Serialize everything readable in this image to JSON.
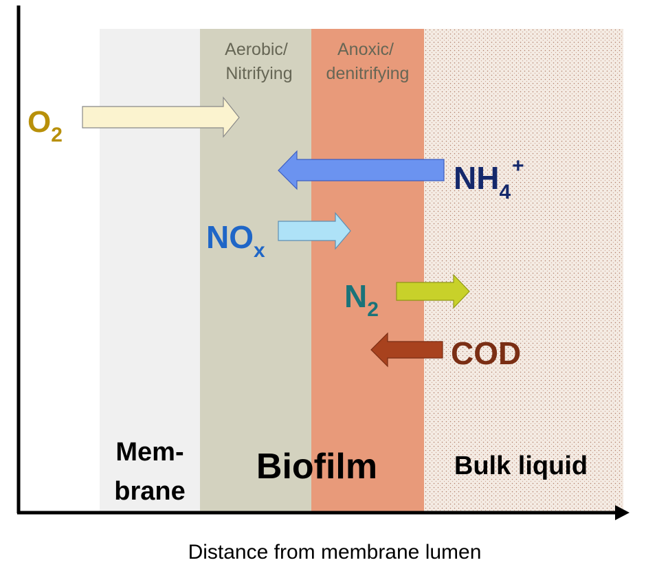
{
  "zones": {
    "aerobic_line1": "Aerobic/",
    "aerobic_line2": "Nitrifying",
    "anoxic_line1": "Anoxic/",
    "anoxic_line2": "denitrifying"
  },
  "regions": {
    "membrane_line1": "Mem-",
    "membrane_line2": "brane",
    "biofilm": "Biofilm",
    "bulk": "Bulk liquid"
  },
  "species": {
    "o2": {
      "base": "O",
      "sub": "2",
      "sup": "",
      "color": "#b8900a",
      "arrow_color": "#fbf3cf",
      "direction": "right"
    },
    "nh4": {
      "base": "NH",
      "sub": "4",
      "sup": "+",
      "color": "#14286b",
      "arrow_color": "#6b93f0",
      "direction": "left"
    },
    "nox": {
      "base": "NO",
      "sub": "x",
      "sup": "",
      "color": "#1f66c7",
      "arrow_color": "#aee2f7",
      "direction": "right"
    },
    "n2": {
      "base": "N",
      "sub": "2",
      "sup": "",
      "color": "#1a7379",
      "arrow_color": "#c8d12a",
      "direction": "right"
    },
    "cod": {
      "base": "COD",
      "sub": "",
      "sup": "",
      "color": "#7a2e14",
      "arrow_color": "#a8421e",
      "direction": "left"
    }
  },
  "axis": {
    "xlabel": "Distance from membrane lumen"
  },
  "colors": {
    "membrane": "#f0f0f0",
    "aerobic": "#d3d2bf",
    "anoxic": "#e89a7a",
    "bulk": "#f3e8e0",
    "zone_text": "#666655"
  }
}
